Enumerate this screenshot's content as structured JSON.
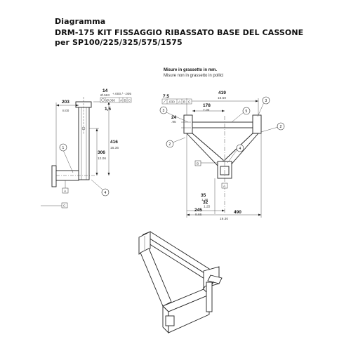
{
  "title": {
    "line1": "Diagramma",
    "line2": "DRM-175 KIT FISSAGGIO RIBASSATO BASE DEL CASSONE",
    "line3": "per SP100/225/325/575/1575"
  },
  "notes": {
    "bold_mm": "Misure in grassetto in mm.",
    "plain_inches": "Misure non in grassetto in pollici"
  },
  "side_view": {
    "dims": [
      {
        "id": "w203",
        "mm": "203",
        "in": "8.00"
      },
      {
        "id": "w14",
        "mm": "14",
        "in": "Ø.563"
      },
      {
        "id": "w15",
        "mm": "1,5",
        "in": "Ø.060"
      },
      {
        "id": "h416",
        "mm": "416",
        "in": "16.36"
      },
      {
        "id": "h306",
        "mm": "306",
        "in": "12.06"
      }
    ],
    "tol_top": "+.000 / -.005",
    "frames": [
      "A",
      "B",
      "C"
    ],
    "datums": [
      "A",
      "C"
    ],
    "callouts": [
      "1",
      "4"
    ]
  },
  "front_view": {
    "dims": [
      {
        "id": "w419",
        "mm": "419",
        "in": "16.50"
      },
      {
        "id": "w75",
        "mm": "7.5",
        "in": ".030"
      },
      {
        "id": "w178",
        "mm": "178",
        "in": "7.00"
      },
      {
        "id": "h24",
        "mm": "24",
        "in": ".95"
      },
      {
        "id": "h35",
        "mm": "35",
        "in": "1.38"
      },
      {
        "id": "h32",
        "mm": "32",
        "in": "1.25"
      },
      {
        "id": "w245",
        "mm": "245",
        "in": "9.66"
      },
      {
        "id": "w490",
        "mm": "490",
        "in": "19.30"
      }
    ],
    "frame_refs": [
      "A",
      "B",
      "C"
    ],
    "datums": [
      "B",
      "A"
    ],
    "callouts": [
      "2",
      "3",
      "4",
      "5"
    ]
  }
}
